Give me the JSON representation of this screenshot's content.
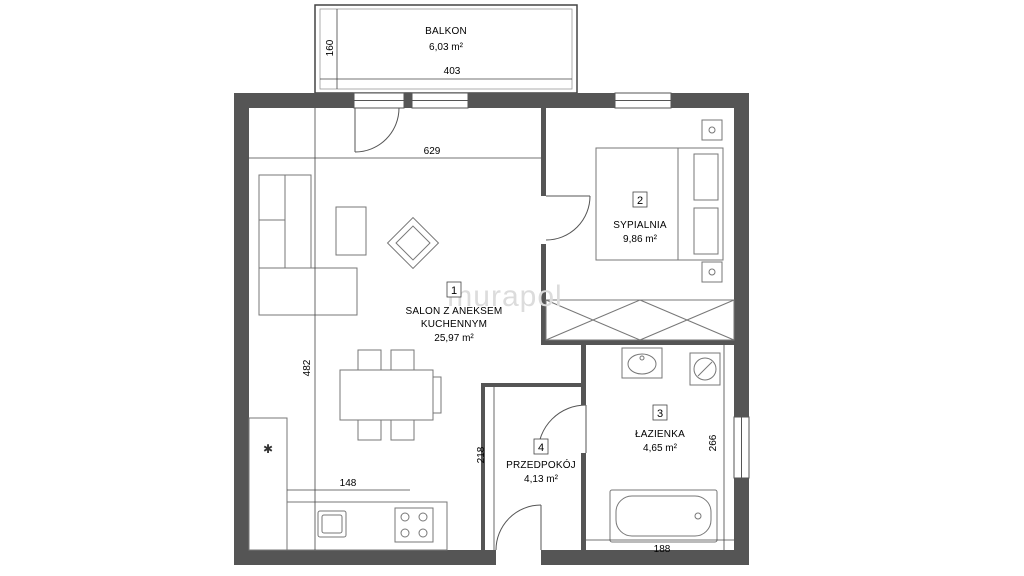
{
  "balcony": {
    "name": "BALKON",
    "area": "6,03 m²"
  },
  "rooms": [
    {
      "number": "1",
      "name_lines": [
        "SALON Z ANEKSEM",
        "KUCHENNYM"
      ],
      "area": "25,97 m²"
    },
    {
      "number": "2",
      "name_lines": [
        "SYPIALNIA"
      ],
      "area": "9,86 m²"
    },
    {
      "number": "3",
      "name_lines": [
        "ŁAZIENKA"
      ],
      "area": "4,65 m²"
    },
    {
      "number": "4",
      "name_lines": [
        "PRZEDPOKÓJ"
      ],
      "area": "4,13 m²"
    }
  ],
  "dimensions": {
    "balcony_depth": "160",
    "balcony_width": "403",
    "living_width": "629",
    "living_depth": "482",
    "kitchen_width": "148",
    "hall_depth": "218",
    "bath_depth": "266",
    "bath_width": "188"
  },
  "watermark": "murapol"
}
